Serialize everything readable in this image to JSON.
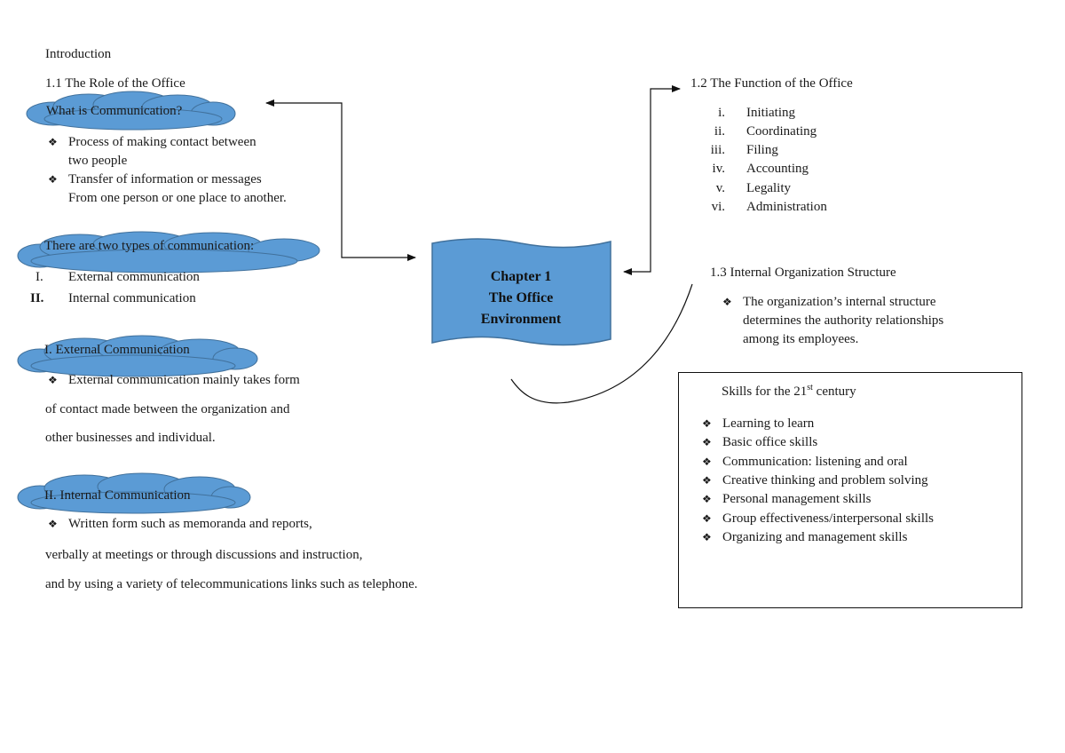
{
  "intro": {
    "heading": "Introduction",
    "role_title": "1.1 The Role of the Office"
  },
  "what_is": {
    "cloud_label": "What is Communication?",
    "bullets": [
      "Process of making contact between",
      "two people",
      "Transfer of information or messages",
      "From one person or one place to another."
    ]
  },
  "types": {
    "cloud_label": "There are two types of communication:",
    "items": [
      {
        "num": "I.",
        "label": "External communication"
      },
      {
        "num": "II.",
        "label": "Internal communication"
      }
    ]
  },
  "external": {
    "cloud_label": "I. External Communication",
    "lines": [
      "External communication mainly takes form",
      "of contact made between the organization and",
      "other businesses and individual."
    ]
  },
  "internal": {
    "cloud_label": "II. Internal Communication",
    "lines": [
      "Written form such as memoranda and reports,",
      "verbally at meetings or through discussions and instruction,",
      "and by using a variety of telecommunications links such as telephone."
    ]
  },
  "center": {
    "line1": "Chapter 1",
    "line2": "The Office",
    "line3": "Environment"
  },
  "function": {
    "title": "1.2 The Function of the Office",
    "items": [
      {
        "num": "i.",
        "label": "Initiating"
      },
      {
        "num": "ii.",
        "label": "Coordinating"
      },
      {
        "num": "iii.",
        "label": "Filing"
      },
      {
        "num": "iv.",
        "label": "Accounting"
      },
      {
        "num": "v.",
        "label": "Legality"
      },
      {
        "num": "vi.",
        "label": "Administration"
      }
    ]
  },
  "structure": {
    "title": "1.3 Internal Organization Structure",
    "lines": [
      "The organization’s internal structure",
      "determines the authority relationships",
      "among its employees."
    ]
  },
  "skills": {
    "title_prefix": "Skills for the 21",
    "title_sup": "st",
    "title_suffix": " century",
    "items": [
      "Learning to learn",
      "Basic office skills",
      "Communication:  listening and oral",
      "Creative thinking and problem solving",
      "Personal management skills",
      "Group effectiveness/interpersonal skills",
      "Organizing and management skills"
    ]
  },
  "bullet_glyph": "❖",
  "colors": {
    "cloud_fill": "#5b9bd5",
    "cloud_stroke": "#41719c",
    "banner_fill": "#5b9bd5",
    "line": "#111111"
  }
}
